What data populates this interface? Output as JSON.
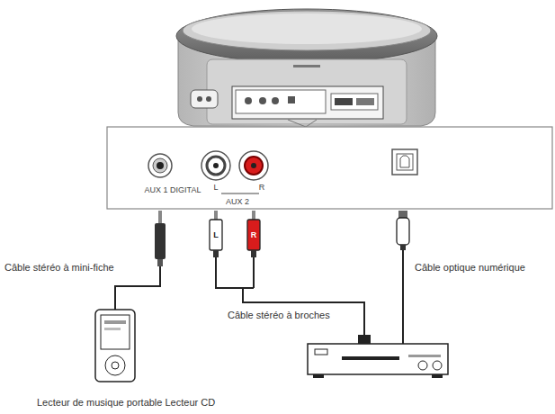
{
  "diagram": {
    "labels": [
      "AUX 1 DIGITAL",
      "L",
      "R",
      "AUX 2",
      "L",
      "R",
      "Câble stéréo à mini-fiche",
      "Câble optique numérique",
      "Câble stéréo à broches",
      "Lecteur de musique portable Lecteur CD"
    ]
  }
}
